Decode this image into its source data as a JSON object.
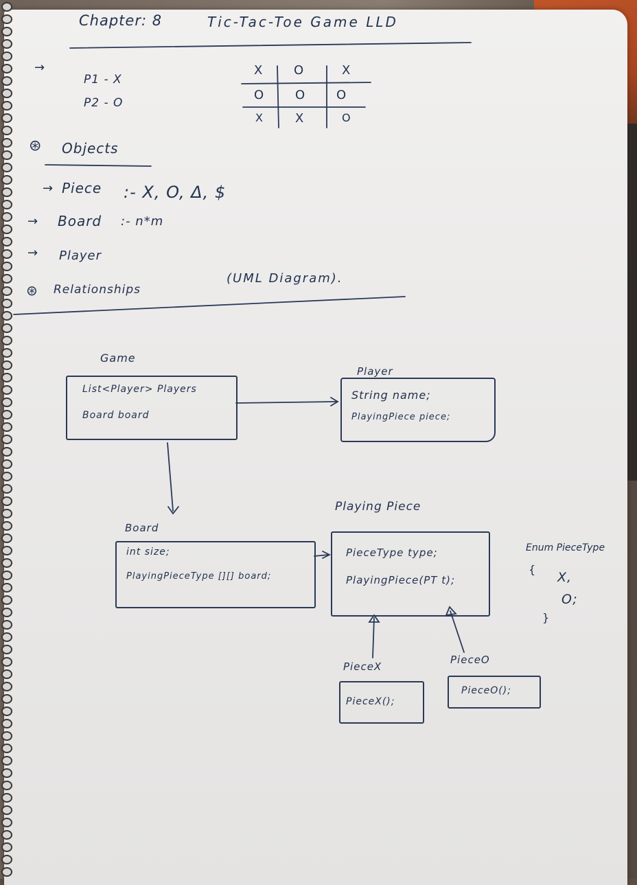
{
  "header": {
    "chapter": "Chapter: 8",
    "title": "Tic-Tac-Toe Game LLD"
  },
  "players": {
    "arrow": "→",
    "p1": "P1 - X",
    "p2": "P2 - O"
  },
  "board_grid": [
    [
      "X",
      "O",
      "X"
    ],
    [
      "O",
      "O",
      "O"
    ],
    [
      "X",
      "X",
      "O"
    ]
  ],
  "objects": {
    "heading": "Objects",
    "items": [
      {
        "arrow": "→",
        "label": "Piece",
        "detail": ":- X, O, Δ, $"
      },
      {
        "arrow": "→",
        "label": "Board",
        "detail": ":- n*m"
      },
      {
        "arrow": "→",
        "label": "Player",
        "detail": ""
      }
    ]
  },
  "relationships": {
    "heading": "Relationships",
    "note": "(UML Diagram)."
  },
  "uml": {
    "game": {
      "name": "Game",
      "fields": [
        "List<Player> Players",
        "Board board"
      ]
    },
    "player": {
      "name": "Player",
      "fields": [
        "String name;",
        "PlayingPiece piece;"
      ]
    },
    "board": {
      "name": "Board",
      "fields": [
        "int size;",
        "PlayingPieceType [][] board;"
      ]
    },
    "playing_piece": {
      "name": "Playing Piece",
      "fields": [
        "PieceType type;",
        "PlayingPiece(PT t);"
      ]
    },
    "piece_x": {
      "name": "PieceX",
      "fields": [
        "PieceX();"
      ]
    },
    "piece_o": {
      "name": "PieceO",
      "fields": [
        "PieceO();"
      ]
    },
    "enum": {
      "name": "Enum PieceType",
      "open": "{",
      "values": [
        "X,",
        "O;"
      ],
      "close": "}"
    }
  },
  "colors": {
    "ink": "#23324f",
    "paper": "#eeedec"
  }
}
